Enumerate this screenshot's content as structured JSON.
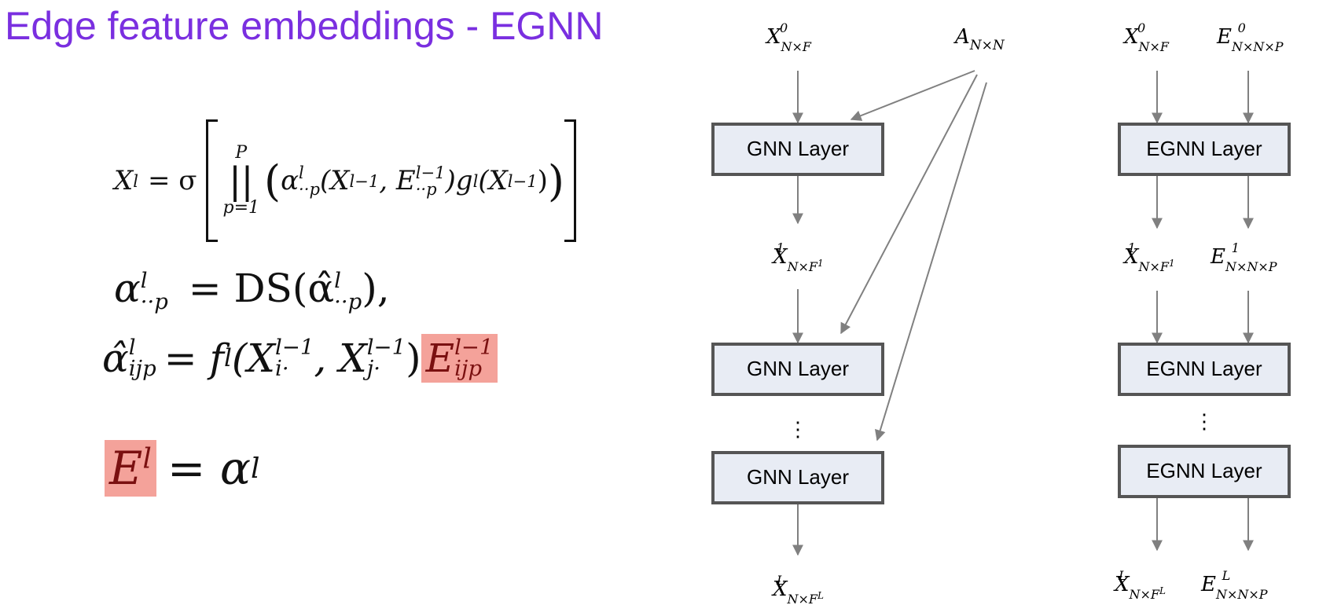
{
  "title": "Edge feature embeddings - EGNN",
  "equations": {
    "eq1": {
      "lhs": "X",
      "lhs_sup": "l",
      "equals": "= σ",
      "op_top": "P",
      "op_bottom": "p=1",
      "alpha": "α",
      "alpha_sub": "··p",
      "alpha_sup": "l",
      "args_open": "(X",
      "args_x_sup": "l−1",
      "args_comma": ", E",
      "args_e_sub": "··p",
      "args_e_sup": "l−1",
      "args_close": ")g",
      "g_sup": "l",
      "g_arg": "(X",
      "g_arg_sup": "l−1",
      "g_arg_close": ")"
    },
    "eq2": {
      "lhs": "α",
      "lhs_sub": "··p",
      "lhs_sup": "l",
      "rhs": "= DS(α̂",
      "rhs_sub": "··p",
      "rhs_sup": "l",
      "tail": "),"
    },
    "eq3": {
      "lhs": "α̂",
      "lhs_sub": "ijp",
      "lhs_sup": "l",
      "rhs": "= f",
      "f_sup": "l",
      "args": "(X",
      "xi_sub": "i·",
      "xi_sup": "l−1",
      "comma": ", X",
      "xj_sub": "j·",
      "xj_sup": "l−1",
      "close": ")",
      "hl_base": "E",
      "hl_sub": "ijp",
      "hl_sup": "l−1"
    },
    "eq4": {
      "hl_base": "E",
      "hl_sup": "l",
      "rhs": "= α",
      "rhs_sup": "l"
    }
  },
  "gnn_column": {
    "input_label": "X",
    "input_sub": "N×F",
    "input_sup": "0",
    "adjacency_label": "A",
    "adjacency_sub": "N×N",
    "layer_label_1": "GNN Layer",
    "layer_label_2": "GNN Layer",
    "layer_label_3": "GNN Layer",
    "mid_label": "X",
    "mid_sub": "N×F",
    "mid_sub_sup": "1",
    "mid_sup": "1",
    "dots": "⋮",
    "output_label": "X",
    "output_sub": "N×F",
    "output_sub_sup": "L",
    "output_sup": "L"
  },
  "egnn_column": {
    "x_in_label": "X",
    "x_in_sub": "N×F",
    "x_in_sup": "0",
    "e_in_label": "E",
    "e_in_sub": "N×N×P",
    "e_in_sup": "0",
    "layer_label_1": "EGNN Layer",
    "layer_label_2": "EGNN Layer",
    "layer_label_3": "EGNN Layer",
    "x_mid_label": "X",
    "x_mid_sub": "N×F",
    "x_mid_sub_sup": "1",
    "x_mid_sup": "1",
    "e_mid_label": "E",
    "e_mid_sub": "N×N×P",
    "e_mid_sup": "1",
    "dots": "⋮",
    "x_out_label": "X",
    "x_out_sub": "N×F",
    "x_out_sub_sup": "L",
    "x_out_sup": "L",
    "e_out_label": "E",
    "e_out_sub": "N×N×P",
    "e_out_sup": "L"
  },
  "colors": {
    "title": "#7a2fe0",
    "highlight": "#f4a29a",
    "highlight_text": "#7a1010",
    "box_fill": "#e8ecf4",
    "box_stroke": "#555555",
    "arrow": "#808080"
  }
}
